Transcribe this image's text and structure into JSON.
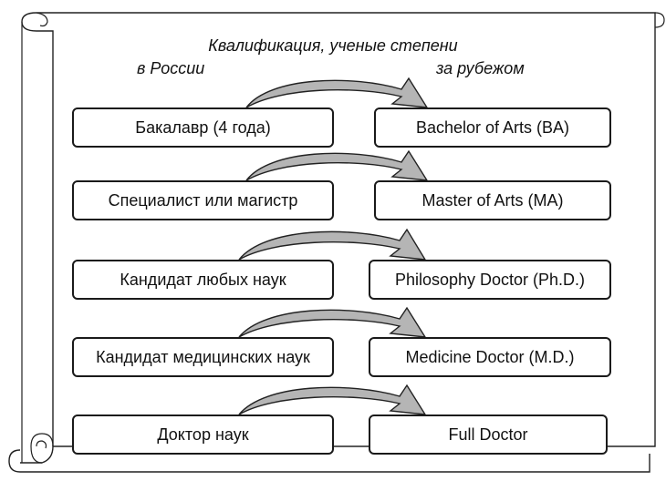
{
  "title": "Квалификация, ученые степени",
  "col_left": "в России",
  "col_right": "за рубежом",
  "rows": [
    {
      "ru": "Бакалавр (4 года)",
      "en": "Bachelor of Arts (BA)"
    },
    {
      "ru": "Специалист или магистр",
      "en": "Master of Arts (MA)"
    },
    {
      "ru": "Кандидат любых наук",
      "en": "Philosophy Doctor (Ph.D.)"
    },
    {
      "ru": "Кандидат медицинских наук",
      "en": "Medicine Doctor  (M.D.)"
    },
    {
      "ru": "Доктор наук",
      "en": "Full Doctor"
    }
  ]
}
